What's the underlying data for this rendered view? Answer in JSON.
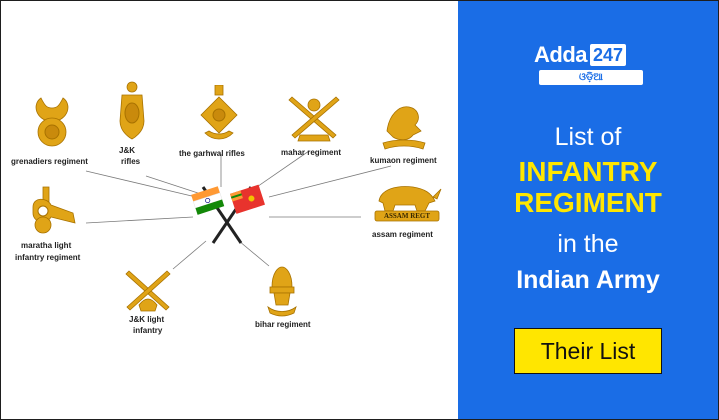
{
  "brand": {
    "name": "Adda",
    "number": "247",
    "sub": "ଓଡ଼ିଆ"
  },
  "title": {
    "line1": "List of",
    "line2": "INFANTRY",
    "line3": "REGIMENT",
    "line4": "in the",
    "line5": "Indian Army"
  },
  "button_label": "Their List",
  "regiments": {
    "grenadiers": "grenadiers regiment",
    "jk_rifles_1": "J&K",
    "jk_rifles_2": "rifles",
    "garhwal": "the garhwal rifles",
    "mahar": "mahar regiment",
    "kumaon": "kumaon regiment",
    "maratha_1": "maratha light",
    "maratha_2": "infantry regiment",
    "assam": "assam regiment",
    "assam_scroll": "ASSAM REGT",
    "jk_light_1": "J&K light",
    "jk_light_2": "infantry",
    "bihar": "bihar regiment"
  },
  "colors": {
    "panel_blue": "#1a6de6",
    "highlight_yellow": "#ffe600",
    "badge_gold": "#e0a417"
  },
  "icons": [
    "crossed-flags-icon",
    "grenade-badge-icon",
    "bugle-badge-icon",
    "star-cross-badge-icon",
    "crossed-rifles-badge-icon",
    "lion-badge-icon",
    "rhino-badge-icon",
    "lion-capital-badge-icon"
  ]
}
